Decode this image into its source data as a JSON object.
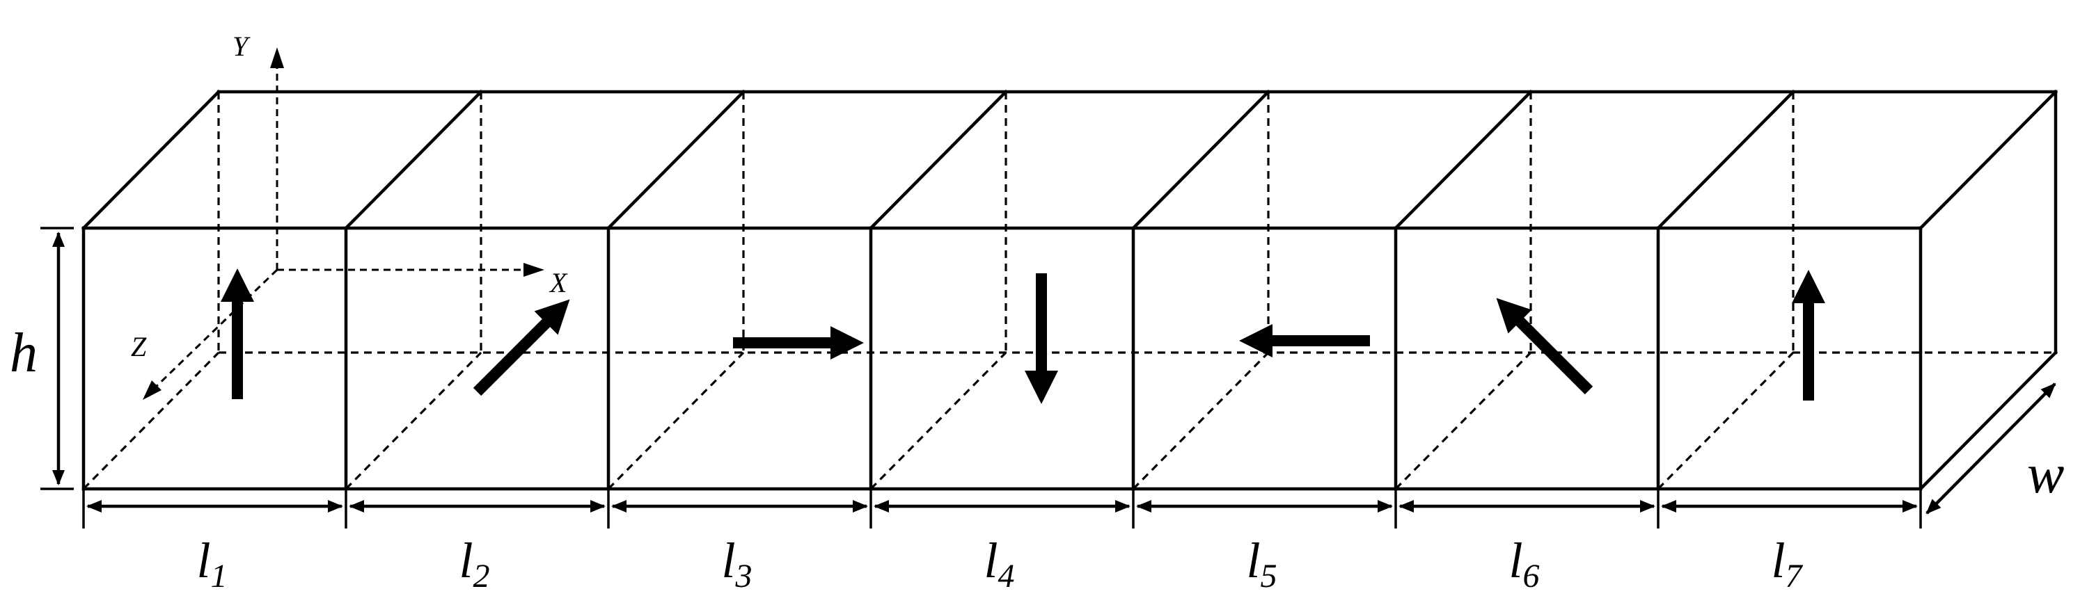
{
  "axes": {
    "x_label": "X",
    "y_label": "Y",
    "z_label": "Z"
  },
  "height_label": "h",
  "width_label": "w",
  "segments": [
    {
      "label": "l",
      "sub": "1",
      "magnetization_deg": 90
    },
    {
      "label": "l",
      "sub": "2",
      "magnetization_deg": 45
    },
    {
      "label": "l",
      "sub": "3",
      "magnetization_deg": 0
    },
    {
      "label": "l",
      "sub": "4",
      "magnetization_deg": 270
    },
    {
      "label": "l",
      "sub": "5",
      "magnetization_deg": 180
    },
    {
      "label": "l",
      "sub": "6",
      "magnetization_deg": 135
    },
    {
      "label": "l",
      "sub": "7",
      "magnetization_deg": 90
    }
  ]
}
